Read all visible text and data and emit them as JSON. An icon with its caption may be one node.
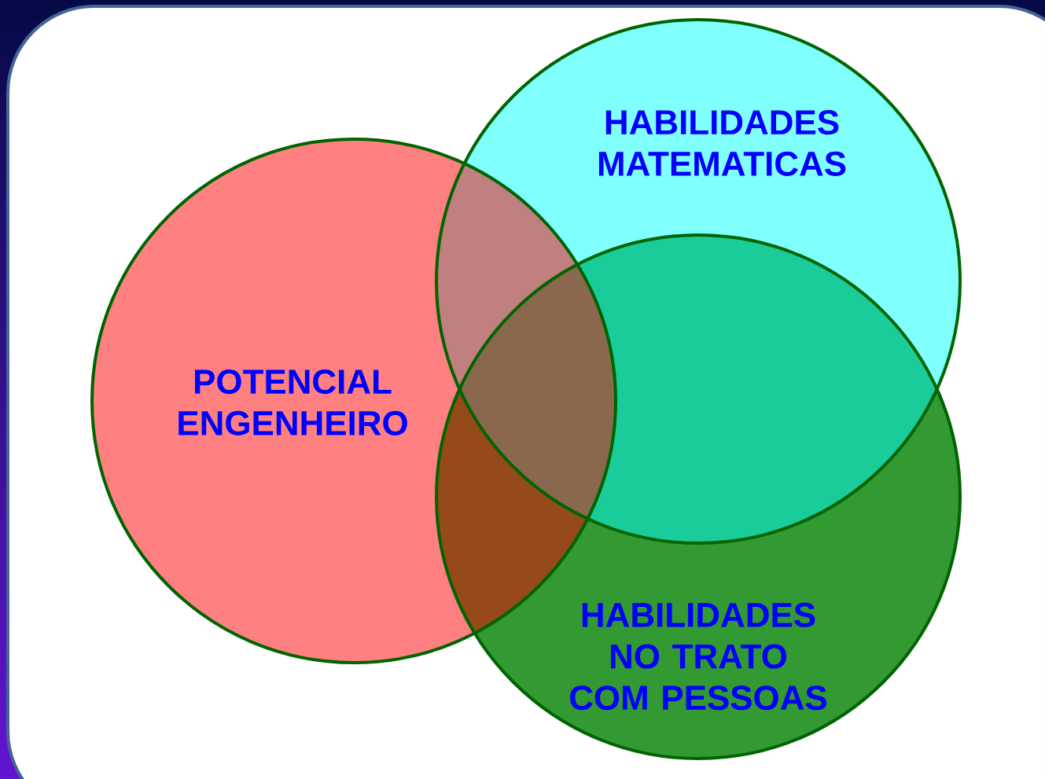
{
  "diagram": {
    "nodes": [
      {
        "text": [
          "HABILIDADES MATEMATICAS"
        ]
      },
      {
        "text": [
          "POTENCIAL ENGENHEIRO"
        ]
      },
      {
        "text": [
          "HABILIDADES NO TRATO COM PESSOAS"
        ]
      }
    ]
  }
}
